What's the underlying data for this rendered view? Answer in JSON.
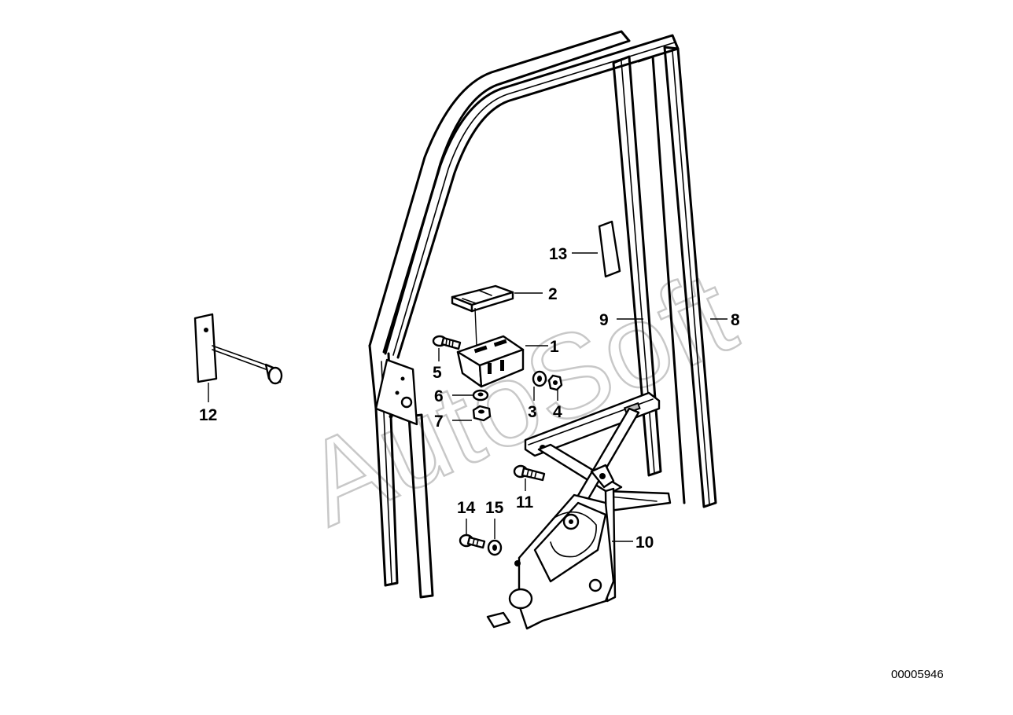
{
  "diagram": {
    "reference_code": "00005946",
    "watermark": "AutoSoft",
    "part_labels": {
      "p1": "1",
      "p2": "2",
      "p3": "3",
      "p4": "4",
      "p5": "5",
      "p6": "6",
      "p7": "7",
      "p8": "8",
      "p9": "9",
      "p10": "10",
      "p11": "11",
      "p12": "12",
      "p13": "13",
      "p14": "14",
      "p15": "15"
    }
  }
}
